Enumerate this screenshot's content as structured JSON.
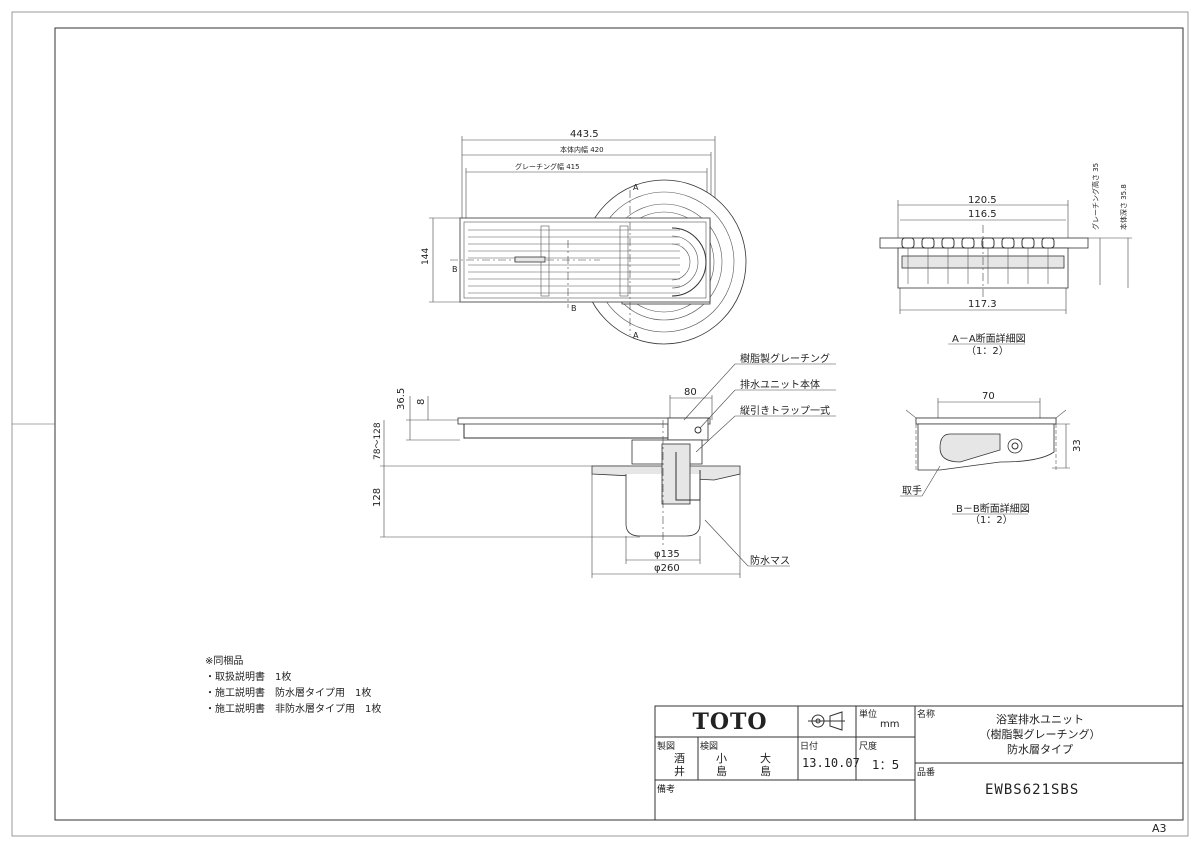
{
  "sheet_size": "A3",
  "plan_view": {
    "dim_overall": "443.5",
    "dim_body_inner": "本体内幅 420",
    "dim_grating": "グレーチング幅 415",
    "dim_height": "144",
    "section_a": "A",
    "section_b": "B"
  },
  "section_aa": {
    "dim_120": "120.5",
    "dim_116": "116.5",
    "dim_117": "117.3",
    "dim_grating_h": "グレーチング高さ 35",
    "dim_body_depth": "本体深さ 35.8",
    "caption": "A－A断面詳細図",
    "scale": "（1：2）"
  },
  "side_view": {
    "dim_80": "80",
    "dim_36": "36.5",
    "dim_8": "8",
    "dim_78": "78〜128",
    "dim_128": "128",
    "dim_135": "φ135",
    "dim_260": "φ260",
    "label_grating": "樹脂製グレーチング",
    "label_body": "排水ユニット本体",
    "label_trap": "縦引きトラップ一式",
    "label_mass": "防水マス"
  },
  "section_bb": {
    "dim_70": "70",
    "dim_33": "33",
    "label_handle": "取手",
    "caption": "B－B断面詳細図",
    "scale": "（1：2）"
  },
  "notes": {
    "heading": "※同梱品",
    "items": [
      "・取扱説明書　1枚",
      "・施工説明書　防水層タイプ用　1枚",
      "・施工説明書　非防水層タイプ用　1枚"
    ]
  },
  "title_block": {
    "logo": "TOTO",
    "unit_label": "単位",
    "unit_value": "mm",
    "name_label": "名称",
    "name_lines": [
      "浴室排水ユニット",
      "（樹脂製グレーチング）",
      "防水層タイプ"
    ],
    "made_label": "製図",
    "made_lines": [
      "酒",
      "井"
    ],
    "check_label": "検図",
    "check_lines_1": [
      "小",
      "島"
    ],
    "check_lines_2": [
      "大",
      "島"
    ],
    "date_label": "日付",
    "date_value": "13.10.07",
    "scale_label": "尺度",
    "scale_value": "1：5",
    "part_label": "品番",
    "part_value": "EWBS621SBS",
    "remarks_label": "備考"
  }
}
